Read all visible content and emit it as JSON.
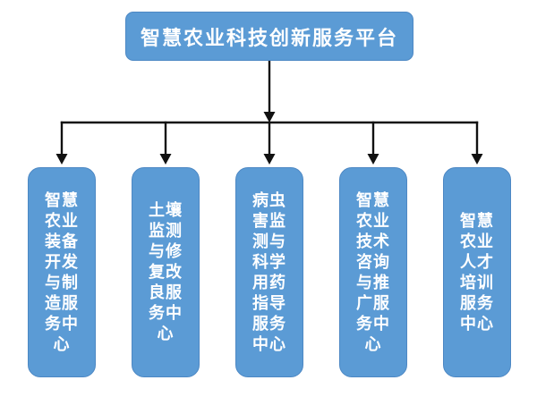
{
  "diagram": {
    "root": {
      "label": "智慧农业科技创新服务平台"
    },
    "children": [
      {
        "label": "智慧农业装备开发与制造服务中心",
        "lines": [
          "智慧",
          "农业",
          "装备",
          "开发",
          "与制",
          "造服",
          "务中",
          "心"
        ]
      },
      {
        "label": "土壤监测与修复改良服务中心",
        "lines": [
          "土壤",
          "监测",
          "与修",
          "复改",
          "良服",
          "务中",
          "心"
        ]
      },
      {
        "label": "病虫害监测与科学用药指导服务中心",
        "lines": [
          "病虫",
          "害监",
          "测与",
          "科学",
          "用药",
          "指导",
          "服务",
          "中心"
        ]
      },
      {
        "label": "智慧农业技术咨询与推广服务中心",
        "lines": [
          "智慧",
          "农业",
          "技术",
          "咨询",
          "与推",
          "广服",
          "务中",
          "心"
        ]
      },
      {
        "label": "智慧农业人才培训服务中心",
        "lines": [
          "智慧",
          "农业",
          "人才",
          "培训",
          "服务",
          "中心"
        ]
      }
    ],
    "colors": {
      "box_fill": "#5b9bd5",
      "box_border": "#4d88c4",
      "arrow_color": "#111111",
      "text_color": "#ffffff",
      "background": "#ffffff"
    }
  }
}
